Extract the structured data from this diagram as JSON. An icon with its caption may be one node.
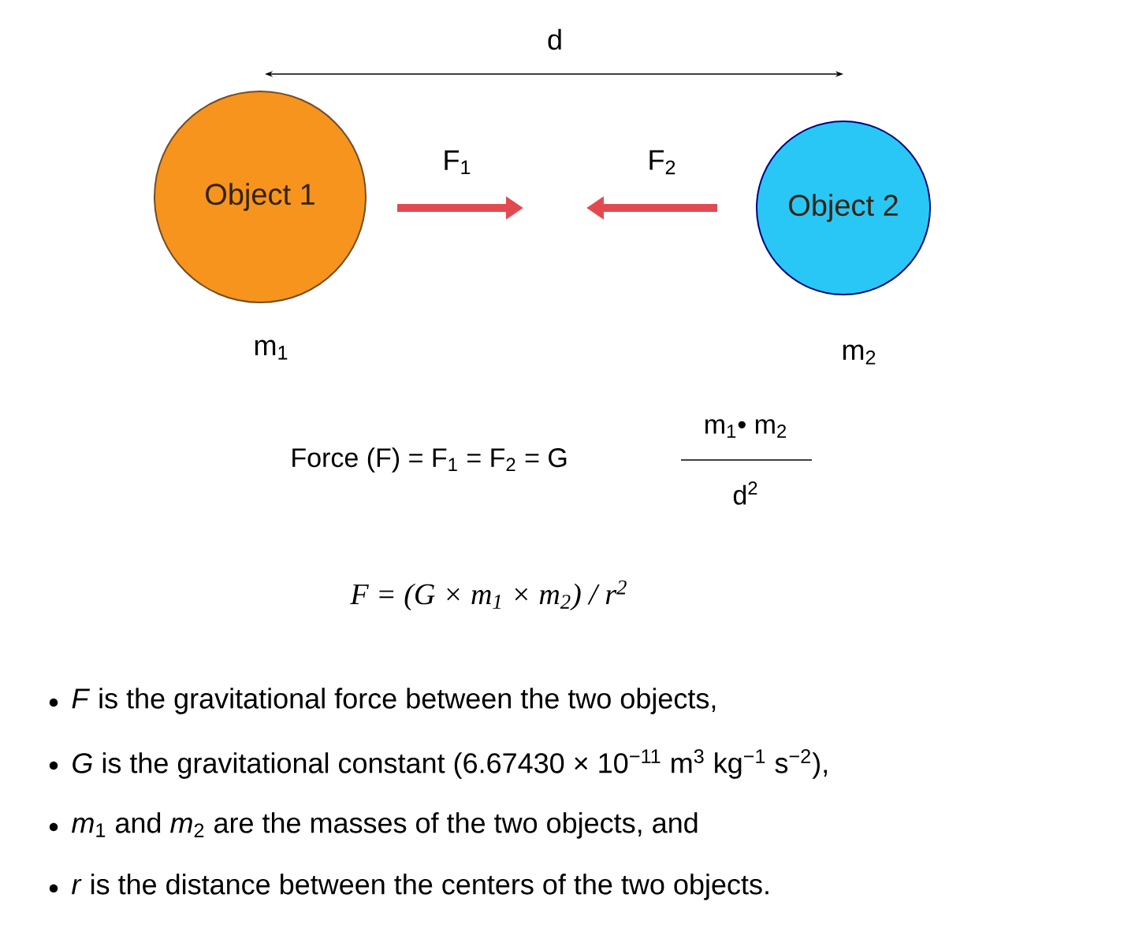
{
  "diagram": {
    "nodes": [
      {
        "text": [
          "Object 1"
        ],
        "beside": [
          "m$_{1}$"
        ]
      },
      {
        "text": [
          "Object 2"
        ],
        "beside": [
          "m$_{2}$"
        ]
      }
    ],
    "labels": [
      "d",
      "F$_{1}$",
      "F$_{2}$",
      "Force (F) = F$_{1}$ = F$_{2}$ = G",
      "m$_{1}$• m$_{2}$",
      "d$^{2}$",
      "F = (G × m$_{1}$ × m$_{2}$) / r$^{2}$",
      "*F* is the gravitational force between the two objects,",
      "*G* is the gravitational constant (6.67430 × 10$^{−11}$ m$^{3}$ kg$^{−1}$ s$^{−2}$),",
      "*m*$_{1}$ and *m*$_{2}$ are the masses of the two objects, and",
      "*r* is the distance between the centers of the two objects."
    ]
  }
}
